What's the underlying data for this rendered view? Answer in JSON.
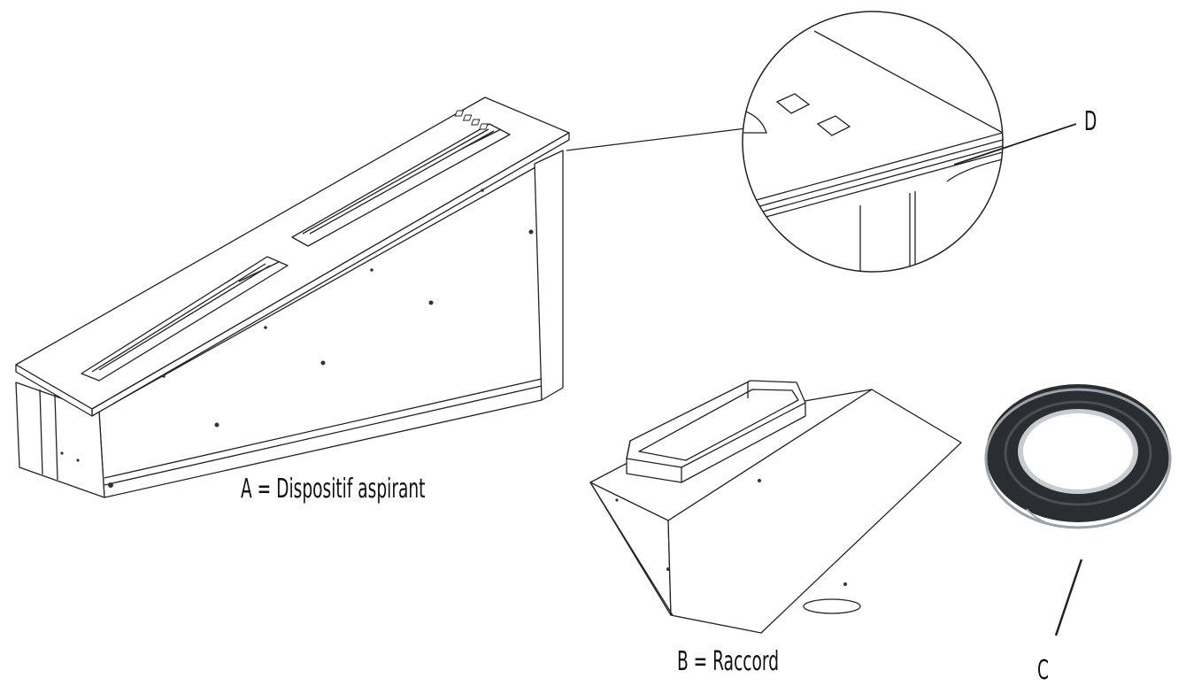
{
  "labels": {
    "a": "A = Dispositif aspirant",
    "b": "B = Raccord",
    "c": "C",
    "d": "D"
  },
  "colors": {
    "line": "#222222",
    "tape_dark": "#2a2d31",
    "tape_edge": "#9aa1a8"
  }
}
